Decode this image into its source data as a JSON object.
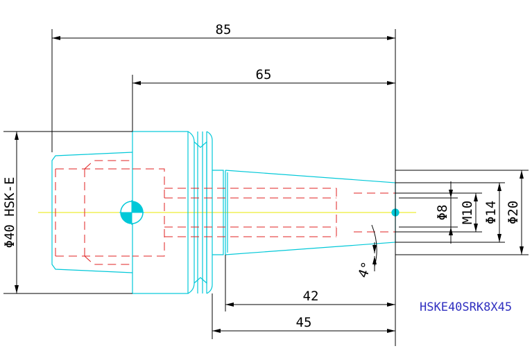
{
  "drawing": {
    "dimensions": {
      "overall_length": "85",
      "shank_length": "65",
      "flange_diameter": "Φ40 HSK-E",
      "taper_length": "42",
      "nose_length": "45",
      "taper_angle": "4°",
      "bore_diameter": "Φ8",
      "thread": "M10",
      "inner_diameter": "Φ14",
      "nose_diameter": "Φ20"
    },
    "part_number": "HSKE40SRK8X45",
    "colors": {
      "outline": "#00c8d8",
      "hidden": "#e02020",
      "dimension": "#000000",
      "centerline": "#e8e800",
      "part_number": "#3030c0"
    }
  }
}
